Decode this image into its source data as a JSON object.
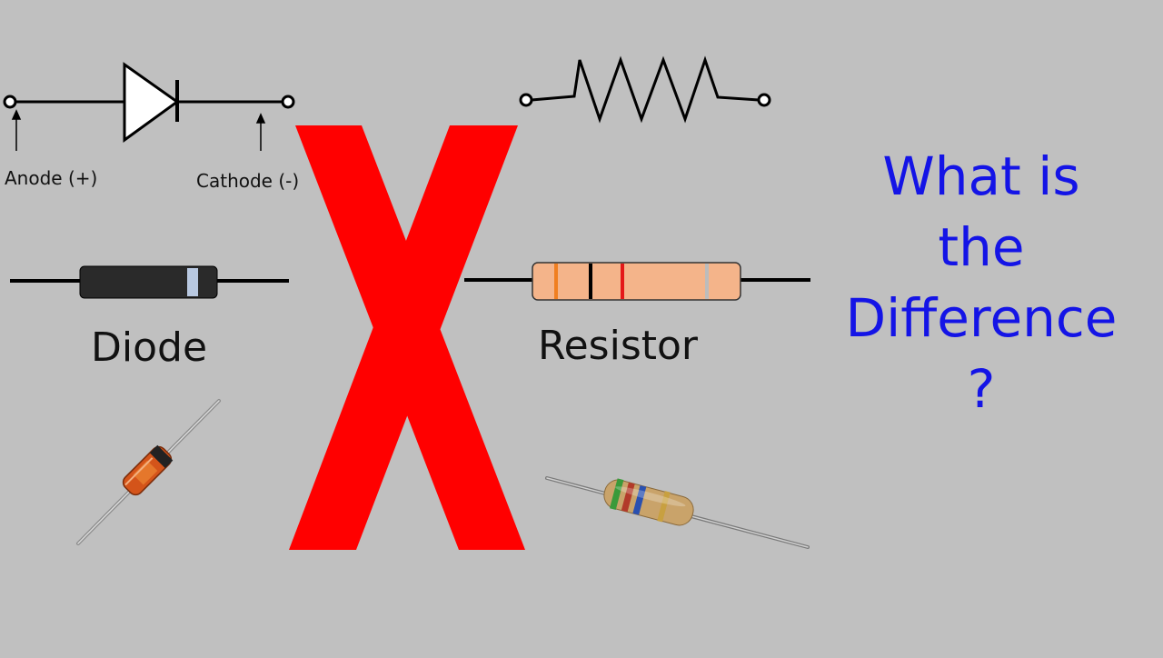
{
  "diode": {
    "anode_label": "Anode (+)",
    "cathode_label": "Cathode (-)",
    "name": "Diode"
  },
  "resistor": {
    "name": "Resistor",
    "bands": [
      "#f07f20",
      "#000000",
      "#e41818",
      "#bcbcbc"
    ]
  },
  "cross": {
    "letter": "X",
    "color": "#ff0000"
  },
  "question": {
    "lines": [
      "What is",
      "the",
      "Difference",
      "?"
    ],
    "color": "#1414e6"
  }
}
